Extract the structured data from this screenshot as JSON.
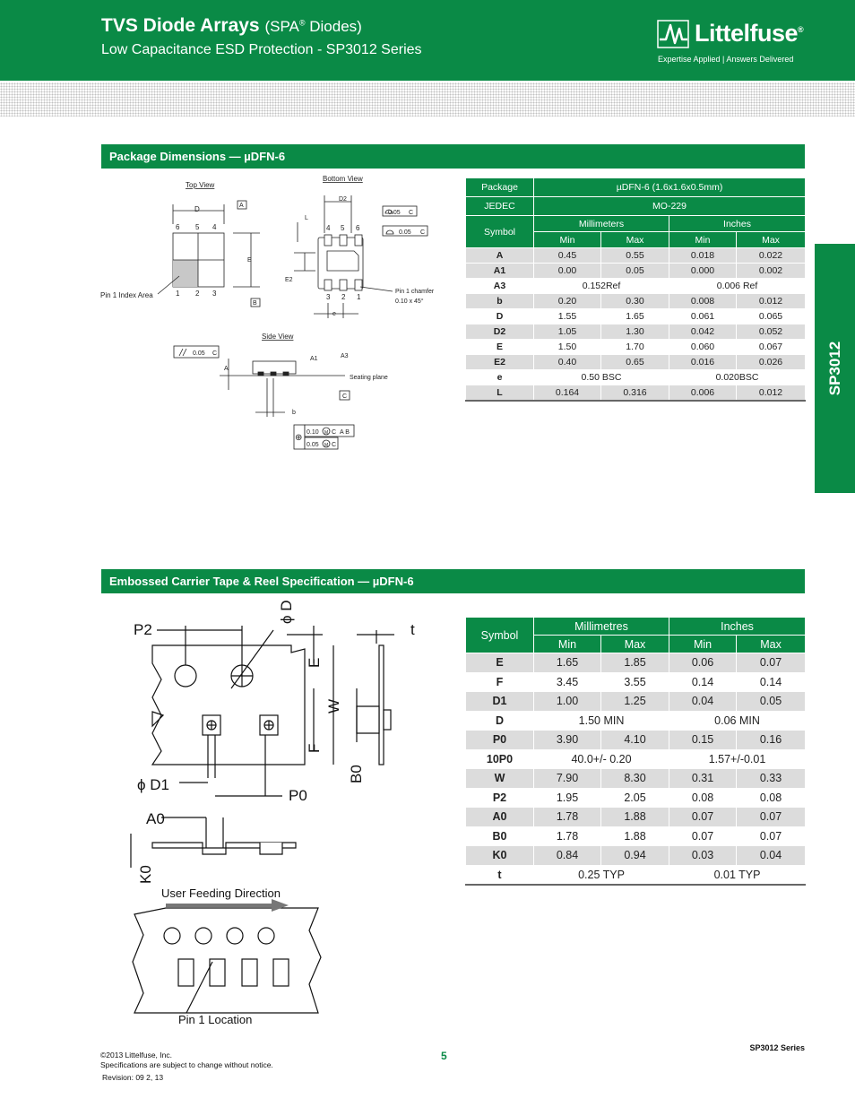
{
  "header": {
    "title": "TVS Diode Arrays",
    "title_paren_open": "(SPA",
    "title_reg": "®",
    "title_paren_close": " Diodes)",
    "subtitle": "Low Capacitance ESD Protection - SP3012 Series"
  },
  "logo": {
    "wordmark": "Littelfuse",
    "reg": "®",
    "tagline": "Expertise Applied | Answers Delivered"
  },
  "side_tab": "SP3012",
  "colors": {
    "brand_green": "#0a8a46",
    "row_shade": "#dcdcdc"
  },
  "package_section": {
    "title": "Package Dimensions — µDFN-6",
    "drawing": {
      "top_view": "Top View",
      "bottom_view": "Bottom View",
      "side_view": "Side View",
      "pin1_index": "Pin 1 Index Area",
      "pin1_chamfer_1": "Pin 1 chamfer",
      "pin1_chamfer_2": "0.10 x 45°",
      "seating_plane": "Seating plane",
      "lbl_D": "D",
      "lbl_E": "E",
      "lbl_A": "A",
      "lbl_B": "B",
      "lbl_C": "C",
      "lbl_D2": "D2",
      "lbl_E2": "E2",
      "lbl_L": "L",
      "lbl_e": "e",
      "lbl_A1": "A1",
      "lbl_A3": "A3",
      "lbl_b": "b",
      "pins_top": [
        "6",
        "5",
        "4"
      ],
      "pins_bottom": [
        "1",
        "2",
        "3"
      ],
      "pins_bv_top": [
        "4",
        "5",
        "6"
      ],
      "pins_bv_bottom": [
        "3",
        "2",
        "1"
      ],
      "tol_005": "0.05",
      "tol_010": "0.10",
      "ref_AB": "A B",
      "flatness": "//",
      "position_symbol": "⊕",
      "mmc": "M"
    },
    "table": {
      "package_label": "Package",
      "package_value": "µDFN-6 (1.6x1.6x0.5mm)",
      "jedec_label": "JEDEC",
      "jedec_value": "MO-229",
      "symbol_label": "Symbol",
      "mm_label": "Millimeters",
      "in_label": "Inches",
      "min_label": "Min",
      "max_label": "Max",
      "rows": [
        {
          "sym": "A",
          "mm_min": "0.45",
          "mm_max": "0.55",
          "in_min": "0.018",
          "in_max": "0.022"
        },
        {
          "sym": "A1",
          "mm_min": "0.00",
          "mm_max": "0.05",
          "in_min": "0.000",
          "in_max": "0.002"
        },
        {
          "sym": "A3",
          "mm_span": "0.152Ref",
          "in_span": "0.006 Ref"
        },
        {
          "sym": "b",
          "mm_min": "0.20",
          "mm_max": "0.30",
          "in_min": "0.008",
          "in_max": "0.012"
        },
        {
          "sym": "D",
          "mm_min": "1.55",
          "mm_max": "1.65",
          "in_min": "0.061",
          "in_max": "0.065"
        },
        {
          "sym": "D2",
          "mm_min": "1.05",
          "mm_max": "1.30",
          "in_min": "0.042",
          "in_max": "0.052"
        },
        {
          "sym": "E",
          "mm_min": "1.50",
          "mm_max": "1.70",
          "in_min": "0.060",
          "in_max": "0.067"
        },
        {
          "sym": "E2",
          "mm_min": "0.40",
          "mm_max": "0.65",
          "in_min": "0.016",
          "in_max": "0.026"
        },
        {
          "sym": "e",
          "mm_span": "0.50 BSC",
          "in_span": "0.020BSC"
        },
        {
          "sym": "L",
          "mm_min": "0.164",
          "mm_max": "0.316",
          "in_min": "0.006",
          "in_max": "0.012"
        }
      ]
    }
  },
  "tape_section": {
    "title": "Embossed Carrier Tape & Reel Specification — µDFN-6",
    "drawing": {
      "P2": "P2",
      "phiD": "ϕ D",
      "E": "E",
      "W": "W",
      "F": "F",
      "B0": "B0",
      "t": "t",
      "phiD1": "ϕ D1",
      "P0": "P0",
      "A0": "A0",
      "K0": "K0",
      "feeding": "User Feeding Direction",
      "pin1_location": "Pin 1 Location"
    },
    "table": {
      "symbol_label": "Symbol",
      "mm_label": "Millimetres",
      "in_label": "Inches",
      "min_label": "Min",
      "max_label": "Max",
      "rows": [
        {
          "sym": "E",
          "mm_min": "1.65",
          "mm_max": "1.85",
          "in_min": "0.06",
          "in_max": "0.07"
        },
        {
          "sym": "F",
          "mm_min": "3.45",
          "mm_max": "3.55",
          "in_min": "0.14",
          "in_max": "0.14"
        },
        {
          "sym": "D1",
          "mm_min": "1.00",
          "mm_max": "1.25",
          "in_min": "0.04",
          "in_max": "0.05"
        },
        {
          "sym": "D",
          "mm_span": "1.50 MIN",
          "in_span": "0.06 MIN"
        },
        {
          "sym": "P0",
          "mm_min": "3.90",
          "mm_max": "4.10",
          "in_min": "0.15",
          "in_max": "0.16"
        },
        {
          "sym": "10P0",
          "mm_span": "40.0+/- 0.20",
          "in_span": "1.57+/-0.01"
        },
        {
          "sym": "W",
          "mm_min": "7.90",
          "mm_max": "8.30",
          "in_min": "0.31",
          "in_max": "0.33"
        },
        {
          "sym": "P2",
          "mm_min": "1.95",
          "mm_max": "2.05",
          "in_min": "0.08",
          "in_max": "0.08"
        },
        {
          "sym": "A0",
          "mm_min": "1.78",
          "mm_max": "1.88",
          "in_min": "0.07",
          "in_max": "0.07"
        },
        {
          "sym": "B0",
          "mm_min": "1.78",
          "mm_max": "1.88",
          "in_min": "0.07",
          "in_max": "0.07"
        },
        {
          "sym": "K0",
          "mm_min": "0.84",
          "mm_max": "0.94",
          "in_min": "0.03",
          "in_max": "0.04"
        },
        {
          "sym": "t",
          "mm_span": "0.25 TYP",
          "in_span": "0.01 TYP"
        }
      ]
    }
  },
  "footer": {
    "copyright": "©2013 Littelfuse, Inc.",
    "notice": "Specifications are subject to change without notice.",
    "revision": "Revision: 09 2, 13",
    "page": "5",
    "series": "SP3012 Series"
  }
}
